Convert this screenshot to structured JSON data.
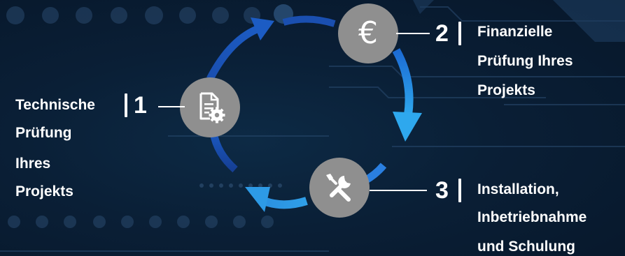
{
  "steps": [
    {
      "number": "1",
      "icon": "document-gear-icon",
      "label_lines": [
        "Technische",
        "Prüfung",
        "Ihres",
        "Projekts"
      ]
    },
    {
      "number": "2",
      "icon": "euro-icon",
      "icon_glyph": "€",
      "label_lines": [
        "Finanzielle",
        "Prüfung Ihres",
        "Projekts"
      ]
    },
    {
      "number": "3",
      "icon": "wrench-screwdriver-icon",
      "label_lines": [
        "Installation,",
        "Inbetriebnahme",
        "und Schulung"
      ]
    }
  ],
  "colors": {
    "background": "#0a1f36",
    "node": "#8f8f8f",
    "arrow_dark": "#1a4fb0",
    "arrow_light": "#2ea8ee",
    "text": "#ffffff"
  }
}
